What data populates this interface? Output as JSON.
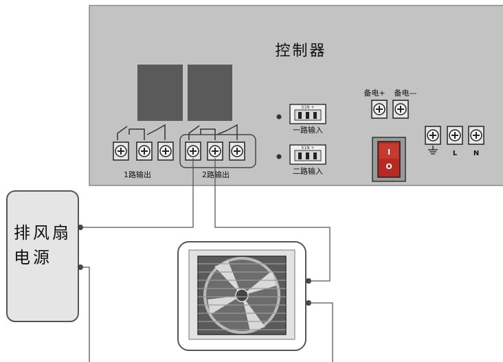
{
  "controller": {
    "title": "控制器",
    "output1_label": "1路输出",
    "output2_label": "2路输出",
    "input1_label": "一路输入",
    "input2_label": "二路输入",
    "connector_marking": "S1N +",
    "backup_plus": "备电+",
    "backup_minus": "备电—",
    "power_terminal_L": "L",
    "power_terminal_N": "N",
    "switch_on": "I",
    "switch_off": "O"
  },
  "power_supply": {
    "line1": "排风扇",
    "line2": "电源"
  },
  "colors": {
    "panel": "#c3c3c3",
    "relay": "#5a5a5a",
    "wire": "#555555",
    "switch_red": "#b52a22"
  }
}
